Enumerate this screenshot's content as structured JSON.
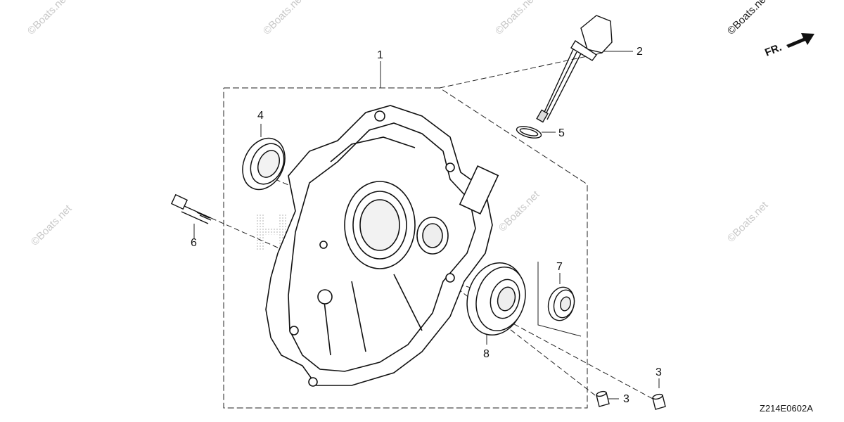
{
  "diagram": {
    "callouts": {
      "crankcase_cover": "1",
      "oil_filler_cap": "2",
      "dowel_pin_left": "3",
      "dowel_pin_right": "3",
      "oil_seal": "4",
      "o_ring": "5",
      "flange_bolt": "6",
      "bearing_small": "7",
      "radial_ball_bearing": "8"
    },
    "direction_label": "FR.",
    "diagram_code": "Z214E0602A",
    "watermark": "©Boats.net",
    "background_logo": "HONDA"
  }
}
